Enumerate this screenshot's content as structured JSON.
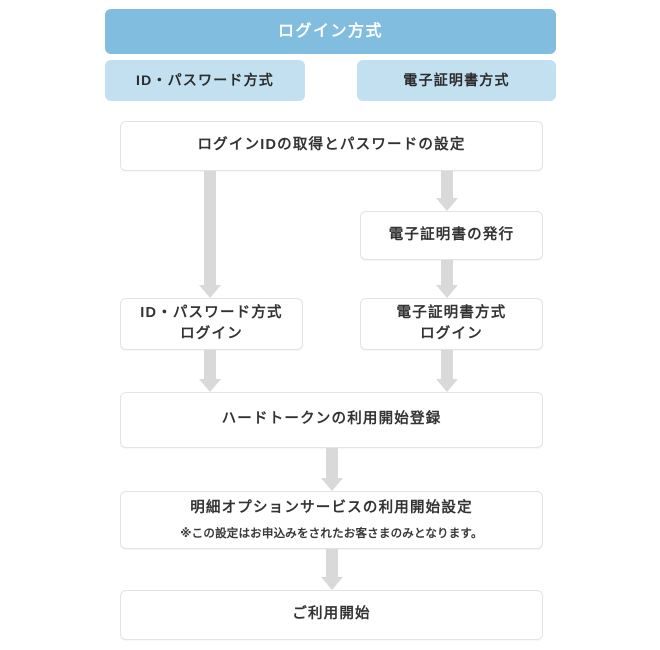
{
  "diagram": {
    "type": "flowchart",
    "title": "ログイン方式",
    "colors": {
      "header_fill": "#80bddf",
      "chip_fill": "#c3e0f1",
      "box_fill": "#ffffff",
      "box_border": "#e3e3e3",
      "arrow_fill": "#d9d9d9",
      "text": "#333333",
      "header_text": "#ffffff"
    },
    "nodes": {
      "header": {
        "label": "ログイン方式"
      },
      "chip_id": {
        "label": "ID・パスワード方式"
      },
      "chip_cert": {
        "label": "電子証明書方式"
      },
      "step_login_id": {
        "label": "ログインIDの取得とパスワードの設定"
      },
      "step_cert_issue": {
        "label": "電子証明書の発行"
      },
      "step_login_idpw": {
        "line1": "ID・パスワード方式",
        "line2": "ログイン"
      },
      "step_login_cert": {
        "line1": "電子証明書方式",
        "line2": "ログイン"
      },
      "step_hardtoken": {
        "label": "ハードトークンの利用開始登録"
      },
      "step_option": {
        "label": "明細オプションサービスの利用開始設定",
        "note": "※この設定はお申込みをされたお客さまのみとなります。"
      },
      "step_start": {
        "label": "ご利用開始"
      }
    },
    "arrows": [
      {
        "name": "arrow-loginid-to-idpwlogin"
      },
      {
        "name": "arrow-loginid-to-certissue"
      },
      {
        "name": "arrow-certissue-to-certlogin"
      },
      {
        "name": "arrow-idpwlogin-to-hardtoken"
      },
      {
        "name": "arrow-certlogin-to-hardtoken"
      },
      {
        "name": "arrow-hardtoken-to-option"
      },
      {
        "name": "arrow-option-to-start"
      }
    ]
  }
}
